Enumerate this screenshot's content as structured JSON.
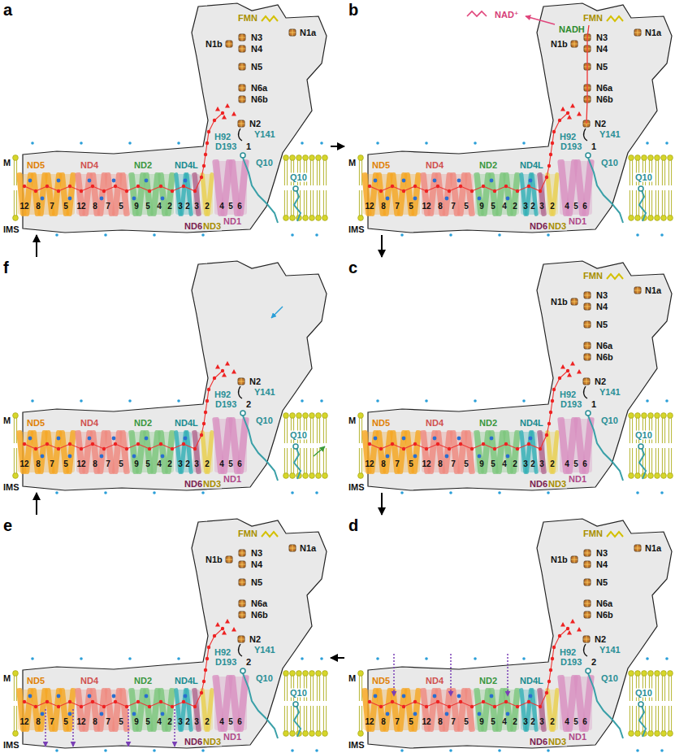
{
  "diagram": {
    "nodes": [
      {
        "text": [
          "a"
        ]
      },
      {
        "text": [
          "b"
        ]
      },
      {
        "text": [
          "f"
        ]
      },
      {
        "text": [
          "c"
        ]
      },
      {
        "text": [
          "e"
        ]
      },
      {
        "text": [
          "d"
        ]
      }
    ],
    "edges": [
      {
        "from": 0,
        "to": 1,
        "arrow": "to"
      },
      {
        "from": 1,
        "to": 3,
        "arrow": "to"
      },
      {
        "from": 3,
        "to": 5,
        "arrow": "to"
      },
      {
        "from": 5,
        "to": 4,
        "arrow": "to"
      },
      {
        "from": 4,
        "to": 2,
        "arrow": "to"
      },
      {
        "from": 2,
        "to": 0,
        "arrow": "to"
      }
    ],
    "labels": [
      "FMN",
      "N1a",
      "N1b",
      "N3",
      "N4",
      "N5",
      "N6a",
      "N6b",
      "N2",
      "Y141",
      "H92",
      "D193",
      "1",
      "Q10",
      "Q10",
      "M",
      "IMS",
      "ND5",
      "ND4",
      "ND2",
      "ND4L",
      "ND6",
      "ND3",
      "ND1",
      "12",
      "8",
      "7",
      "5",
      "12",
      "8",
      "7",
      "5",
      "9",
      "5",
      "4",
      "2",
      "3",
      "2",
      "3",
      "2",
      "4",
      "5",
      "6",
      "FMN",
      "NADH",
      "NAD⁺",
      "N1a",
      "N1b",
      "N3",
      "N4",
      "N5",
      "N6a",
      "N6b",
      "N2",
      "Y141",
      "H92",
      "D193",
      "1",
      "Q10",
      "Q10",
      "M",
      "IMS",
      "ND5",
      "ND4",
      "ND2",
      "ND4L",
      "ND6",
      "ND3",
      "ND1",
      "12",
      "8",
      "7",
      "5",
      "12",
      "8",
      "7",
      "5",
      "9",
      "5",
      "4",
      "2",
      "3",
      "2",
      "3",
      "2",
      "4",
      "5",
      "6",
      "N2",
      "Y141",
      "H92",
      "D193",
      "2",
      "Q10",
      "Q10",
      "M",
      "IMS",
      "ND5",
      "ND4",
      "ND2",
      "ND4L",
      "ND6",
      "ND3",
      "ND1",
      "12",
      "8",
      "7",
      "5",
      "12",
      "8",
      "7",
      "5",
      "9",
      "5",
      "4",
      "2",
      "3",
      "2",
      "3",
      "2",
      "4",
      "5",
      "6",
      "FMN",
      "N1a",
      "N1b",
      "N3",
      "N4",
      "N5",
      "N6a",
      "N6b",
      "N2",
      "Y141",
      "H92",
      "D193",
      "1",
      "Q10",
      "Q10",
      "M",
      "IMS",
      "ND5",
      "ND4",
      "ND2",
      "ND4L",
      "ND6",
      "ND3",
      "ND1",
      "12",
      "8",
      "7",
      "5",
      "12",
      "8",
      "7",
      "5",
      "9",
      "5",
      "4",
      "2",
      "3",
      "2",
      "3",
      "2",
      "4",
      "5",
      "6",
      "FMN",
      "N1a",
      "N1b",
      "N3",
      "N4",
      "N5",
      "N6a",
      "N6b",
      "N2",
      "Y141",
      "H92",
      "D193",
      "2",
      "Q10",
      "Q10",
      "M",
      "IMS",
      "ND5",
      "ND4",
      "ND2",
      "ND4L",
      "ND6",
      "ND3",
      "ND1",
      "12",
      "8",
      "7",
      "5",
      "12",
      "8",
      "7",
      "5",
      "9",
      "5",
      "4",
      "2",
      "3",
      "2",
      "3",
      "2",
      "4",
      "5",
      "6",
      "FMN",
      "N1a",
      "N1b",
      "N3",
      "N4",
      "N5",
      "N6a",
      "N6b",
      "N2",
      "Y141",
      "H92",
      "D193",
      "2",
      "Q10",
      "Q10",
      "M",
      "IMS",
      "ND5",
      "ND4",
      "ND2",
      "ND4L",
      "ND6",
      "ND3",
      "ND1",
      "12",
      "8",
      "7",
      "5",
      "12",
      "8",
      "7",
      "5",
      "9",
      "5",
      "4",
      "2",
      "3",
      "2",
      "3",
      "2",
      "4",
      "5",
      "6"
    ]
  }
}
